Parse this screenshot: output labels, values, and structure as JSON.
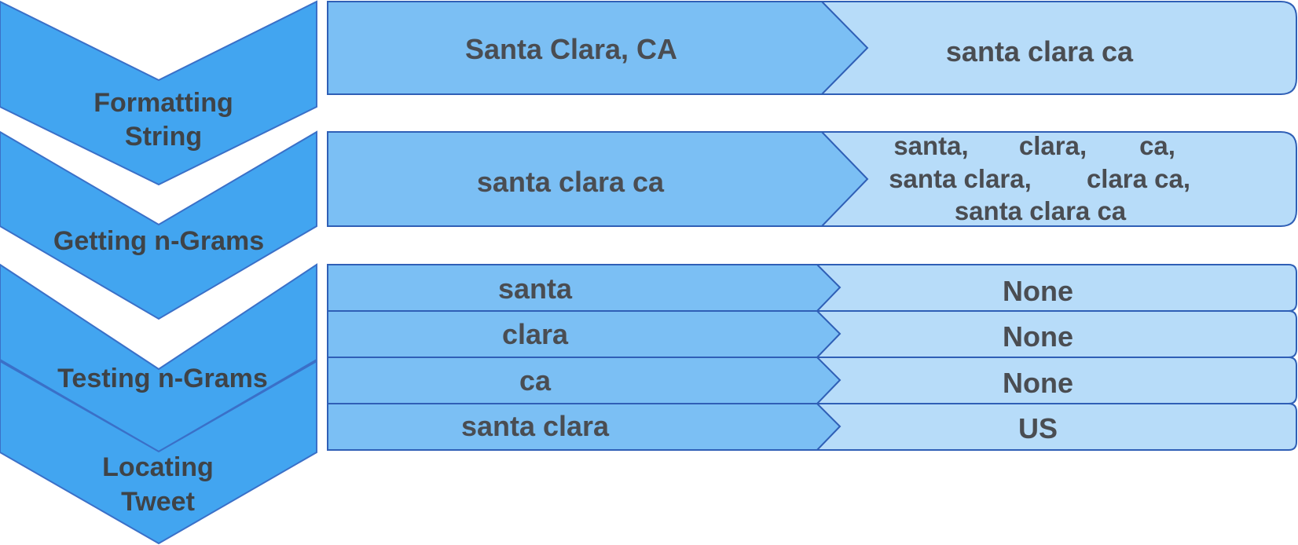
{
  "stages": [
    {
      "lines": [
        "Formatting",
        "String"
      ]
    },
    {
      "lines": [
        "Getting n-Grams"
      ]
    },
    {
      "lines": [
        "Testing n-Grams"
      ]
    },
    {
      "lines": [
        "Locating",
        "Tweet"
      ]
    }
  ],
  "formatting": {
    "input": "Santa Clara, CA",
    "output": "santa clara ca"
  },
  "ngrams": {
    "input": "santa clara ca",
    "output_lines": [
      [
        "santa,",
        "clara,",
        "ca,"
      ],
      [
        "santa clara,",
        "clara ca,"
      ],
      [
        "santa clara ca"
      ]
    ]
  },
  "tests": [
    {
      "ngram": "santa",
      "result": "None"
    },
    {
      "ngram": "clara",
      "result": "None"
    },
    {
      "ngram": "ca",
      "result": "None"
    },
    {
      "ngram": "santa clara",
      "result": "US"
    }
  ],
  "colors": {
    "chevron_fill": "#42a5f0",
    "panel_input_fill": "#7bbff4",
    "panel_output_fill": "#b7dcf9",
    "border": "#2f5fb6",
    "text": "#4a4d52"
  }
}
